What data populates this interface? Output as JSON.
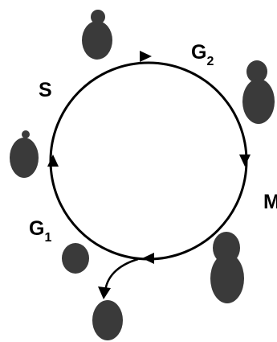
{
  "diagram": {
    "phases": {
      "s": {
        "label": "S"
      },
      "g2": {
        "main": "G",
        "sub": "2"
      },
      "m": {
        "label": "M"
      },
      "g1": {
        "main": "G",
        "sub": "1"
      }
    },
    "colors": {
      "cell": "#3a3a3a",
      "line": "#000000",
      "background": "#ffffff"
    }
  }
}
